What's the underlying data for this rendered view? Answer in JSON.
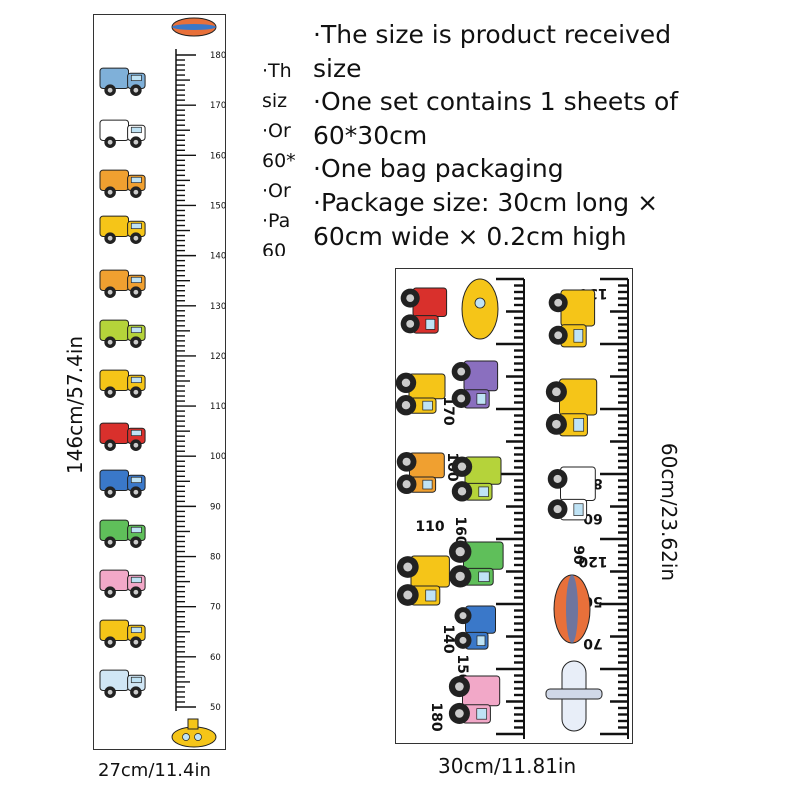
{
  "left_chart": {
    "height_label": "146cm/57.4in",
    "width_label": "27cm/11.4in",
    "scale_labels": [
      "180",
      "170",
      "160",
      "150",
      "140",
      "130",
      "120",
      "110",
      "100",
      "90",
      "80",
      "70",
      "60",
      "50"
    ],
    "vehicles": [
      "blimp-icon",
      "cement-mixer-icon",
      "police-car-icon",
      "tanker-truck-icon",
      "excavator-icon",
      "tow-truck-icon",
      "dump-truck-icon",
      "bus-icon",
      "fire-truck-icon",
      "atv-icon",
      "garbage-truck-icon",
      "ice-cream-truck-icon",
      "school-bus-icon",
      "boat-icon",
      "submarine-icon"
    ]
  },
  "clipped_text": [
    "·Th",
    "siz",
    "·Or",
    "60*",
    "·Or",
    "·Pa",
    "60"
  ],
  "description": {
    "lines": [
      "·The size is product received",
      "size",
      "·One set contains 1 sheets of",
      "60*30cm",
      "·One bag packaging",
      "·Package size: 30cm long ×",
      "60cm wide × 0.2cm high"
    ]
  },
  "right_sheet": {
    "height_label": "60cm/23.62in",
    "width_label": "30cm/11.81in",
    "top_label": "130",
    "strip_labels": [
      "80",
      "60",
      "120",
      "50",
      "70",
      "90"
    ],
    "loose_labels": [
      "170",
      "100",
      "110",
      "160",
      "140",
      "150",
      "180"
    ]
  },
  "colors": {
    "accent_yellow": "#f5c518",
    "accent_red": "#d9302c",
    "accent_blue": "#3a78c9",
    "ink": "#111111"
  }
}
